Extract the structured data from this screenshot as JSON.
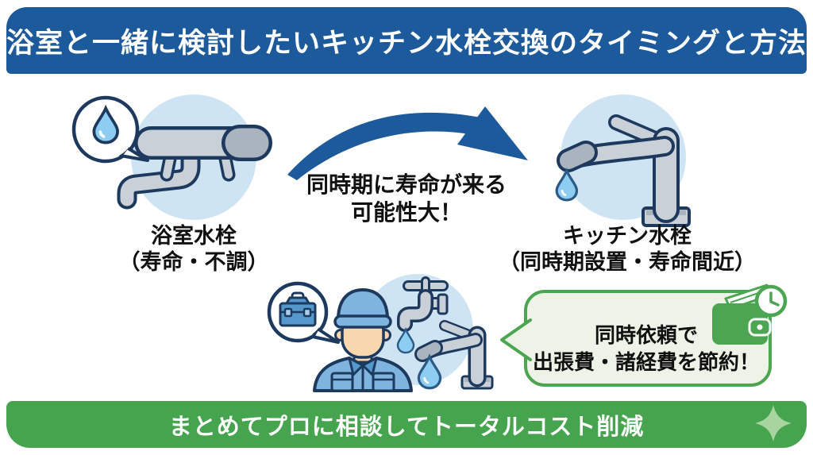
{
  "header": {
    "title": "浴室と一緒に検討したいキッチン水栓交換のタイミングと方法"
  },
  "bath_faucet": {
    "label": "浴室水栓",
    "sublabel": "（寿命・不調）"
  },
  "transition": {
    "line1": "同時期に寿命が来る",
    "line2": "可能性大！"
  },
  "kitchen_faucet": {
    "label": "キッチン水栓",
    "sublabel": "（同時期設置・寿命間近）"
  },
  "savings_note": {
    "line1": "同時依頼で",
    "line2": "出張費・諸経費を節約！"
  },
  "footer": {
    "title": "まとめてプロに相談してトータルコスト削減"
  },
  "icons": {
    "left_bubble": "water-drop-icon",
    "left_illustration": "bath-faucet-icon",
    "middle": "curved-arrow-icon",
    "right_illustration": "kitchen-faucet-icon",
    "bottom_illustrations": [
      "toolbox-icon",
      "plumber-icon",
      "old-faucet-icon",
      "kitchen-faucet-icon",
      "water-drop-icon"
    ],
    "note_icons": [
      "wallet-icon",
      "clock-icon"
    ],
    "footer_icon": "sparkle-icon"
  },
  "colors": {
    "banner-blue": "#1d5a9c",
    "banner-green": "#45a44d",
    "light-blue": "#cfe4f3",
    "outline-navy": "#1d3a5e",
    "illust-blue": "#7fb4de",
    "illust-blue-dark": "#5598cc",
    "illust-blue-light": "#a9cfe8",
    "faucet-gray": "#c9d0d8",
    "faucet-gray-dark": "#aab4bf",
    "drop-blue": "#8ccdf1",
    "drop-outline": "#2b5a86",
    "skin": "#f8d7ae",
    "bubble-green-border": "#4ca551",
    "bubble-green-fill": "#edf3e6",
    "sparkle-green": "#a8d4a0",
    "text-dark": "#111111"
  }
}
